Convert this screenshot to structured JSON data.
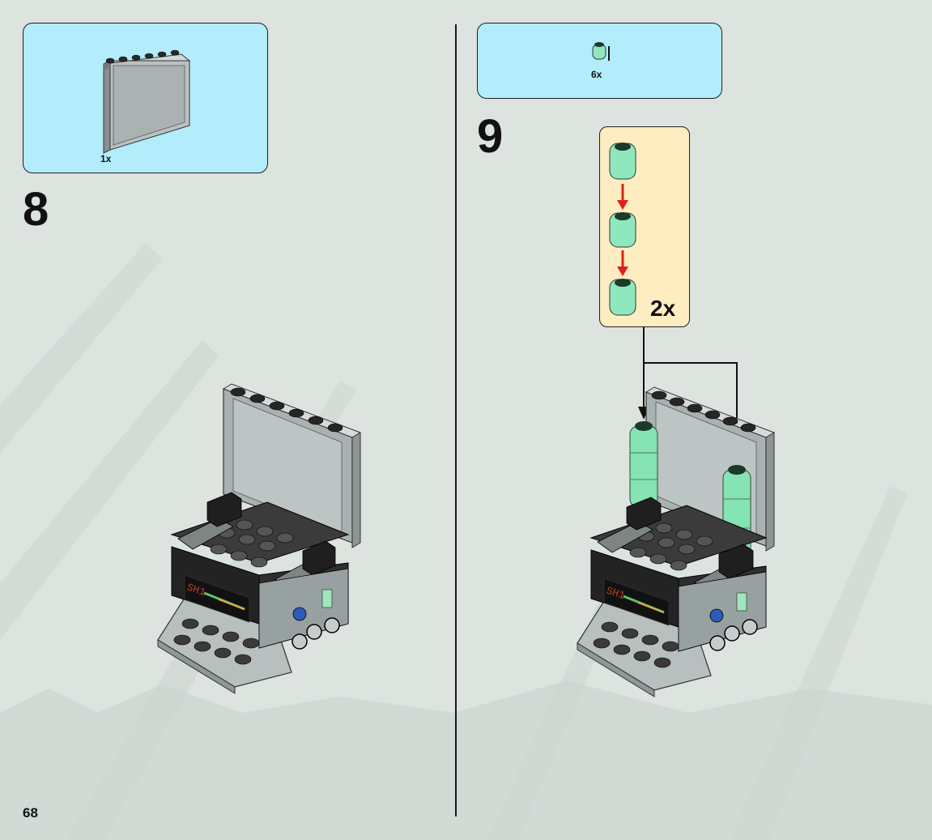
{
  "page": {
    "number": "68"
  },
  "steps": [
    {
      "number": "8",
      "parts": [
        {
          "quantity": "1x",
          "part_icon": "panel-1x6x5-icon"
        }
      ]
    },
    {
      "number": "9",
      "parts": [
        {
          "quantity": "6x",
          "part_icon": "round-brick-1x1-trans-green-icon"
        }
      ],
      "sub_assembly": {
        "quantity": "2x"
      }
    }
  ],
  "colors": {
    "parts_box": "#b3ecfb",
    "sub_assembly_box": "#fdedc0",
    "background": "#dde3df",
    "trans_green": "#86e8b8",
    "arrow_red": "#e0201a"
  }
}
